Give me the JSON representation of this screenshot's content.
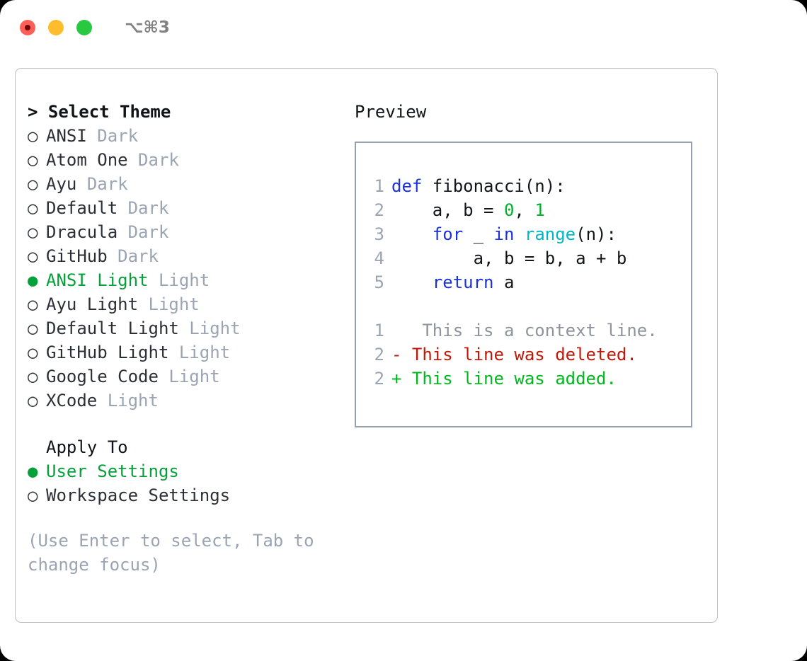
{
  "titlebar": {
    "shortcut": "⌥⌘3",
    "buttons": [
      {
        "name": "close",
        "color": "#ff5f57"
      },
      {
        "name": "minimize",
        "color": "#ffbd2e"
      },
      {
        "name": "maximize",
        "color": "#28c840"
      }
    ]
  },
  "theme_picker": {
    "header": "> Select Theme",
    "items": [
      {
        "marker": "○",
        "name": "ANSI",
        "variant": "Dark",
        "selected": false
      },
      {
        "marker": "○",
        "name": "Atom One",
        "variant": "Dark",
        "selected": false
      },
      {
        "marker": "○",
        "name": "Ayu",
        "variant": "Dark",
        "selected": false
      },
      {
        "marker": "○",
        "name": "Default",
        "variant": "Dark",
        "selected": false
      },
      {
        "marker": "○",
        "name": "Dracula",
        "variant": "Dark",
        "selected": false
      },
      {
        "marker": "○",
        "name": "GitHub",
        "variant": "Dark",
        "selected": false
      },
      {
        "marker": "●",
        "name": "ANSI Light",
        "variant": "Light",
        "selected": true
      },
      {
        "marker": "○",
        "name": "Ayu Light",
        "variant": "Light",
        "selected": false
      },
      {
        "marker": "○",
        "name": "Default Light",
        "variant": "Light",
        "selected": false
      },
      {
        "marker": "○",
        "name": "GitHub Light",
        "variant": "Light",
        "selected": false
      },
      {
        "marker": "○",
        "name": "Google Code",
        "variant": "Light",
        "selected": false
      },
      {
        "marker": "○",
        "name": "XCode",
        "variant": "Light",
        "selected": false
      }
    ]
  },
  "apply_to": {
    "header": "Apply To",
    "options": [
      {
        "marker": "●",
        "label": "User Settings",
        "selected": true
      },
      {
        "marker": "○",
        "label": "Workspace Settings",
        "selected": false
      }
    ]
  },
  "hint": "(Use Enter to select, Tab to change focus)",
  "preview": {
    "title": "Preview",
    "code": [
      {
        "num": "1",
        "tokens": [
          {
            "t": "def",
            "c": "kw"
          },
          {
            "t": " fibonacci(n):",
            "c": "plain"
          }
        ]
      },
      {
        "num": "2",
        "tokens": [
          {
            "t": "    a, b = ",
            "c": "plain"
          },
          {
            "t": "0",
            "c": "num"
          },
          {
            "t": ", ",
            "c": "plain"
          },
          {
            "t": "1",
            "c": "num"
          }
        ]
      },
      {
        "num": "3",
        "tokens": [
          {
            "t": "    ",
            "c": "plain"
          },
          {
            "t": "for",
            "c": "kw"
          },
          {
            "t": " _ ",
            "c": "plain"
          },
          {
            "t": "in",
            "c": "kw"
          },
          {
            "t": " ",
            "c": "plain"
          },
          {
            "t": "range",
            "c": "fn"
          },
          {
            "t": "(n):",
            "c": "plain"
          }
        ]
      },
      {
        "num": "4",
        "tokens": [
          {
            "t": "        a, b = b, a + b",
            "c": "plain"
          }
        ]
      },
      {
        "num": "5",
        "tokens": [
          {
            "t": "    ",
            "c": "plain"
          },
          {
            "t": "return",
            "c": "kw"
          },
          {
            "t": " a",
            "c": "plain"
          }
        ]
      }
    ],
    "diff": [
      {
        "num": "1",
        "sign": " ",
        "text": "  This is a context line.",
        "kind": "diff-ctx"
      },
      {
        "num": "2",
        "sign": "-",
        "text": " This line was deleted.",
        "kind": "diff-del"
      },
      {
        "num": "2",
        "sign": "+",
        "text": " This line was added.",
        "kind": "diff-add"
      }
    ]
  },
  "colors": {
    "accent_green": "#06a03a",
    "muted": "#9aa4b2",
    "keyword": "#1a31e0",
    "function": "#00b8c4",
    "number": "#00b22d",
    "diff_added": "#00b81d",
    "diff_deleted": "#c21807",
    "border": "#94a0ae"
  }
}
